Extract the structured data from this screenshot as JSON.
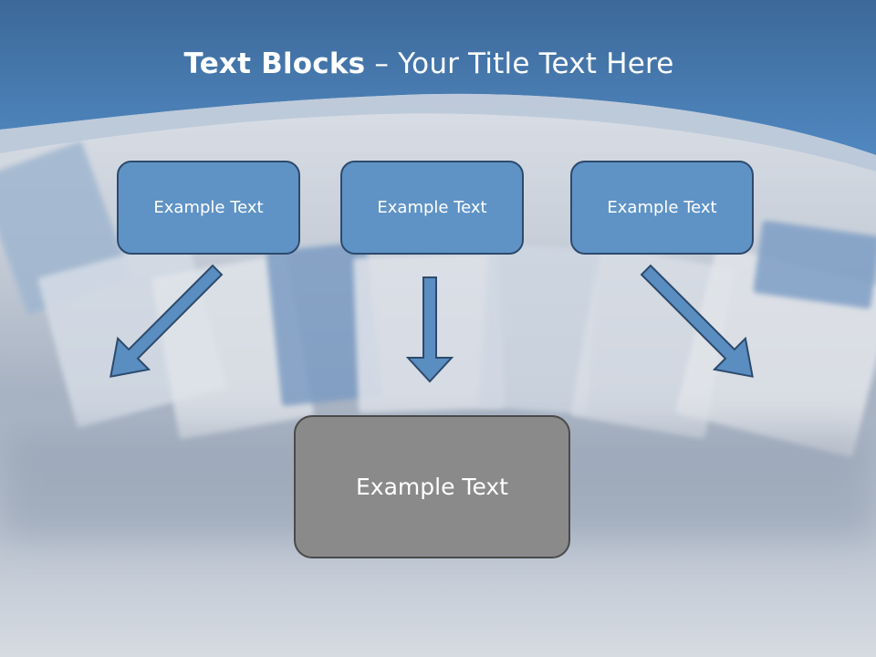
{
  "title": {
    "bold": "Text Blocks",
    "separator": " – ",
    "rest": "Your Title Text Here"
  },
  "top_boxes": [
    {
      "label": "Example Text"
    },
    {
      "label": "Example Text"
    },
    {
      "label": "Example Text"
    }
  ],
  "bottom_box": {
    "label": "Example Text"
  },
  "colors": {
    "header_blue": "#4a7ab0",
    "box_blue": "#5f93c6",
    "box_gray": "#8a8a8a",
    "arrow_fill": "#5a8dc0",
    "arrow_stroke": "#2d4a6c"
  }
}
